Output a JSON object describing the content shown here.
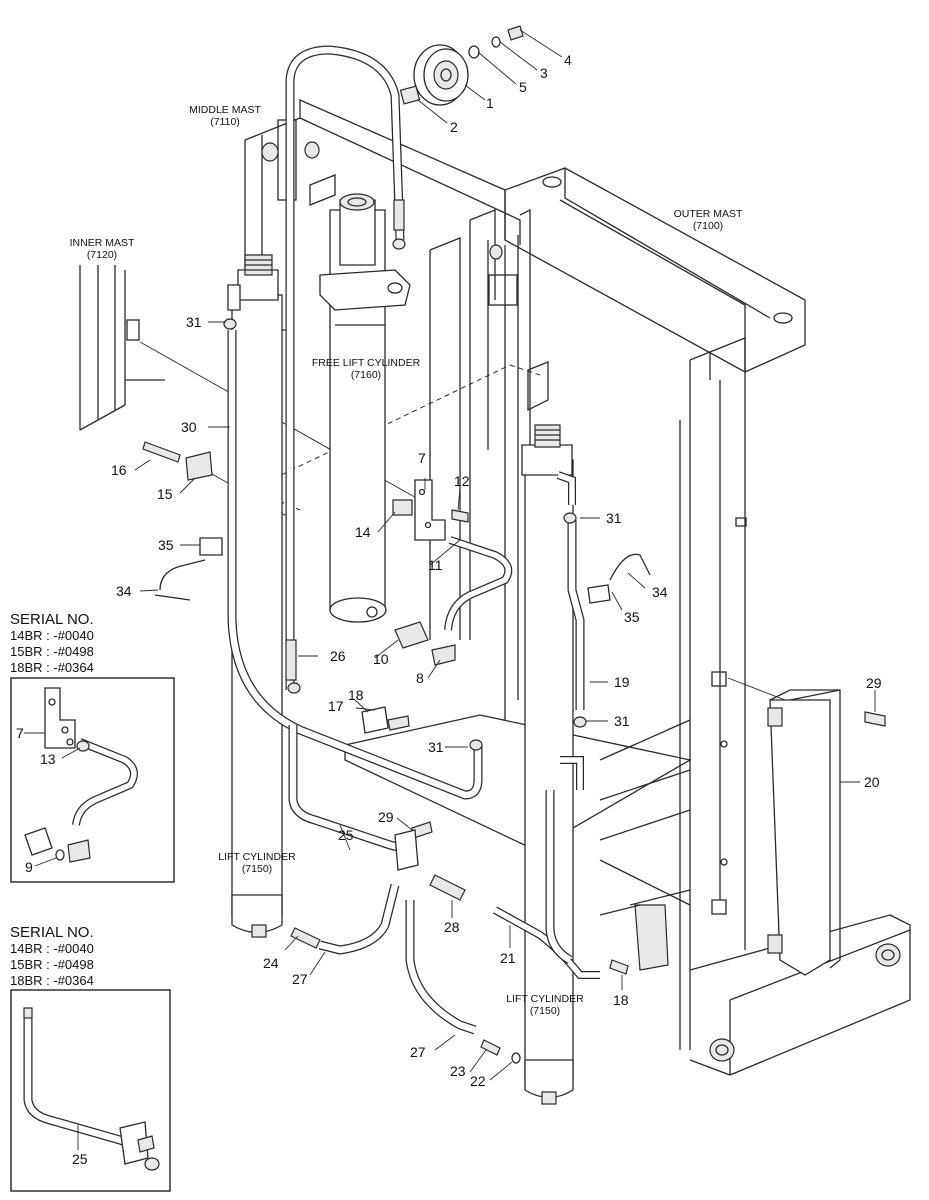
{
  "labels": {
    "middle_mast": [
      "MIDDLE MAST",
      "(7110)"
    ],
    "outer_mast": [
      "OUTER MAST",
      "(7100)"
    ],
    "inner_mast": [
      "INNER MAST",
      "(7120)"
    ],
    "free_lift_cylinder": [
      "FREE LIFT CYLINDER",
      "(7160)"
    ],
    "lift_cylinder_left": [
      "LIFT CYLINDER",
      "(7150)"
    ],
    "lift_cylinder_right": [
      "LIFT CYLINDER",
      "(7150)"
    ]
  },
  "serial_blocks": [
    {
      "title": "SERIAL NO.",
      "lines": [
        "14BR : -#0040",
        "15BR : -#0498",
        "18BR : -#0364"
      ],
      "inset_parts": [
        "7",
        "13",
        "9"
      ]
    },
    {
      "title": "SERIAL NO.",
      "lines": [
        "14BR : -#0040",
        "15BR : -#0498",
        "18BR : -#0364"
      ],
      "inset_parts": [
        "25"
      ]
    }
  ],
  "part_callouts": [
    "1",
    "2",
    "3",
    "4",
    "5",
    "7",
    "8",
    "10",
    "11",
    "12",
    "14",
    "15",
    "16",
    "17",
    "18",
    "18",
    "19",
    "20",
    "21",
    "22",
    "23",
    "24",
    "25",
    "26",
    "27",
    "27",
    "28",
    "29",
    "29",
    "30",
    "31",
    "31",
    "31",
    "31",
    "34",
    "34",
    "35",
    "35"
  ]
}
